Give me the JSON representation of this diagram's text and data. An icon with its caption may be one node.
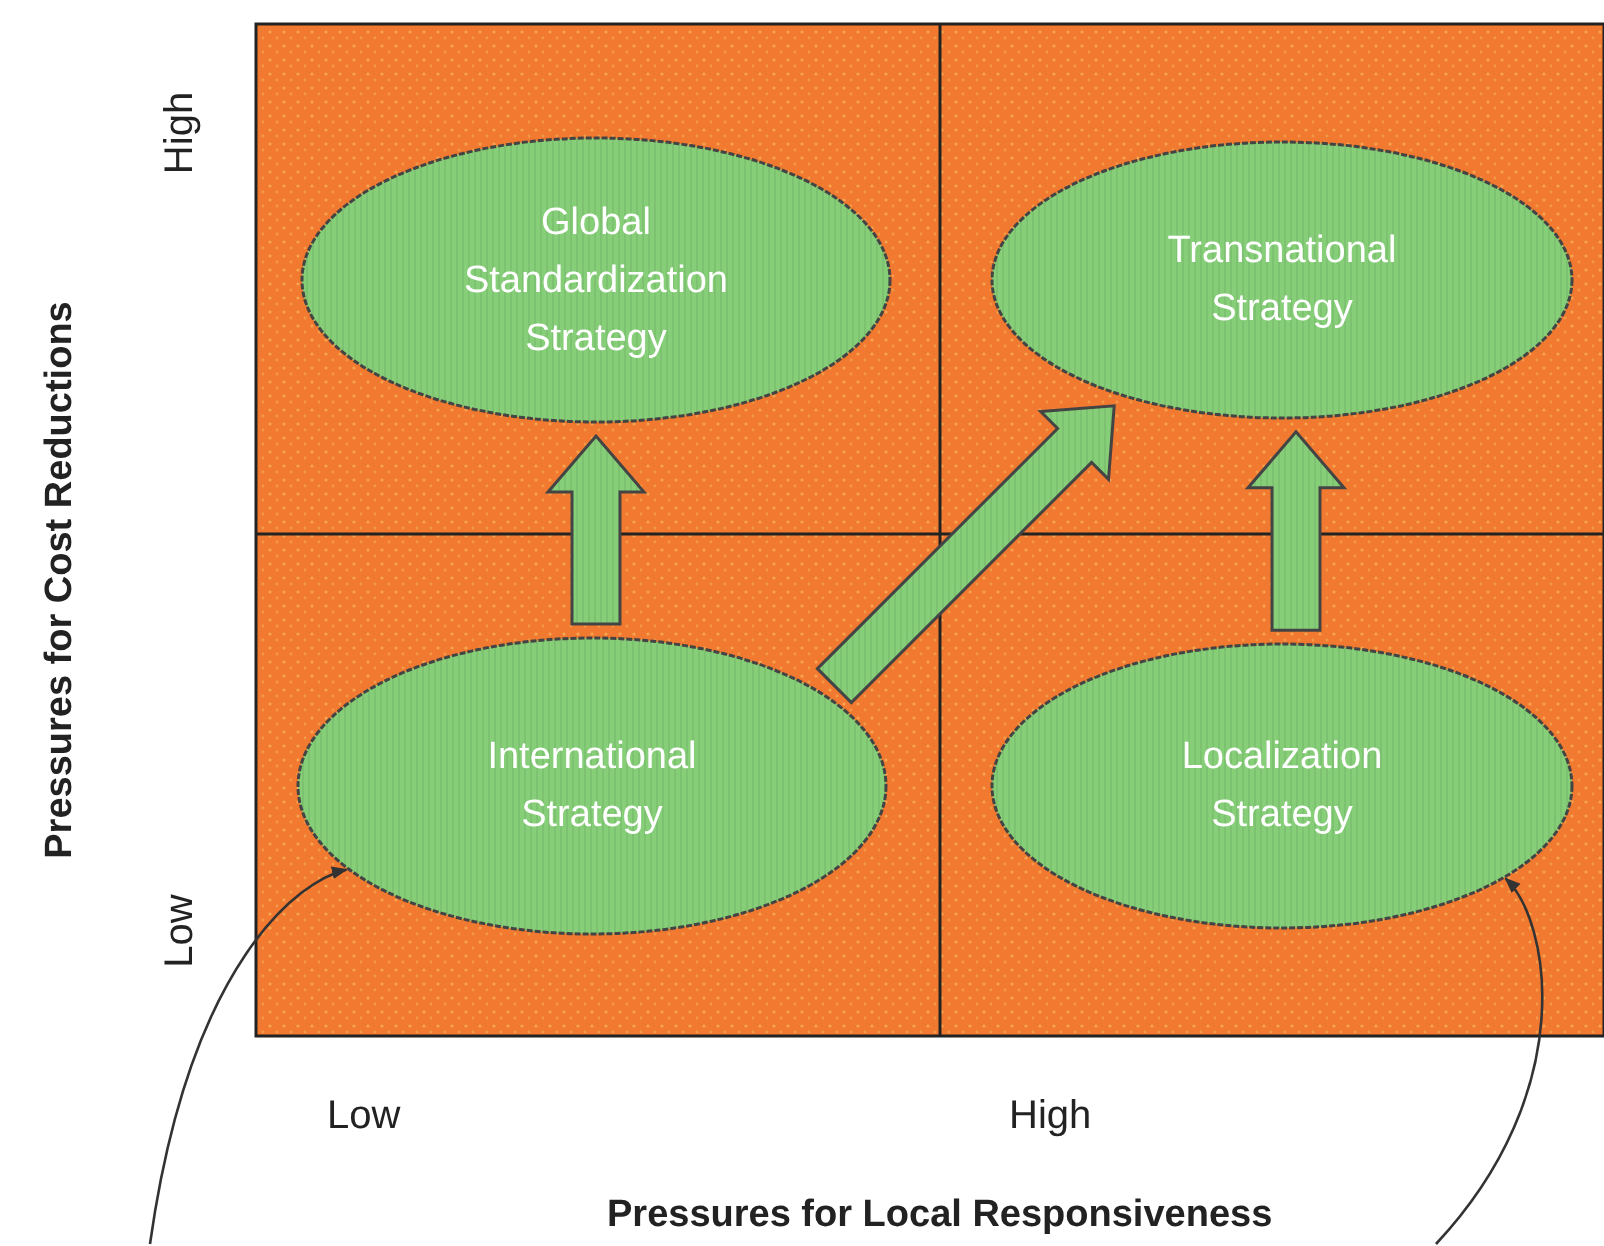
{
  "diagram": {
    "nodes": [
      {
        "text": [
          "Global Standardization Strategy"
        ]
      },
      {
        "text": [
          "Transnational Strategy"
        ]
      },
      {
        "text": [
          "International Strategy"
        ]
      },
      {
        "text": [
          "Localization Strategy"
        ]
      }
    ],
    "edges": [
      {
        "from": 2,
        "to": 0,
        "arrow": "to",
        "style": "thick"
      },
      {
        "from": 2,
        "to": 1,
        "arrow": "to",
        "style": "thick"
      },
      {
        "from": 3,
        "to": 1,
        "arrow": "to",
        "style": "thick"
      },
      {
        "from": null,
        "to": 2,
        "arrow": "to",
        "color": "#333333"
      },
      {
        "from": null,
        "to": 3,
        "arrow": "to",
        "color": "#333333"
      }
    ],
    "labels": [
      "High",
      "Pressures for Cost Reductions",
      "Low",
      "Low",
      "High",
      "Pressures for Local Responsiveness"
    ]
  }
}
